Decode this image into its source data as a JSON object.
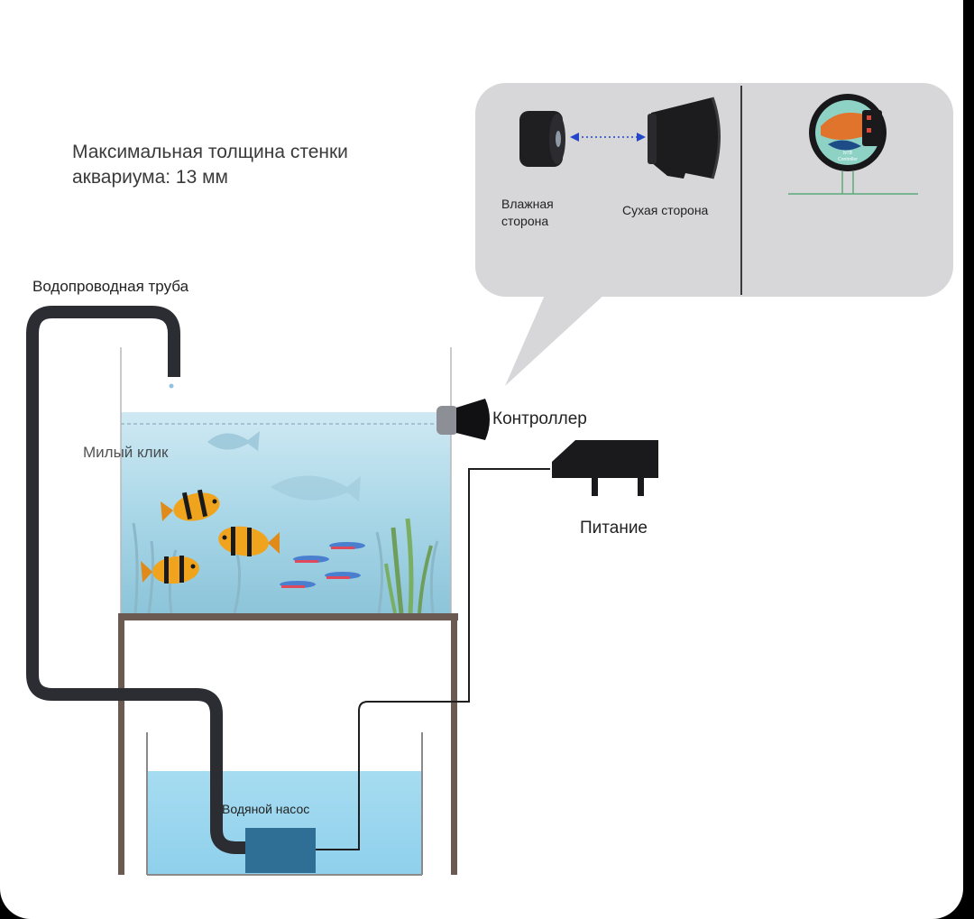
{
  "labels": {
    "thickness_line1": "Максимальная толщина стенки",
    "thickness_line2": "аквариума: 13 мм",
    "water_pipe": "Водопроводная труба",
    "wet_side_line1": "Влажная",
    "wet_side_line2": "сторона",
    "dry_side": "Сухая сторона",
    "controller": "Контроллер",
    "power": "Питание",
    "water_pump": "Водяной насос",
    "watermark": "Милый клик",
    "device_text_line1": "NTB",
    "device_text_line2": "Controller"
  },
  "colors": {
    "background": "#000000",
    "card": "#ffffff",
    "callout": "#d7d7d9",
    "pipe": "#2b2d33",
    "water": "#b9e4f2",
    "tank_water": "#a9dcf0",
    "stand": "#6b5a52",
    "pump": "#2f6f95",
    "arrow": "#2446c8",
    "fish_orange": "#f0a41e",
    "fish_neon": "#e0485c"
  }
}
